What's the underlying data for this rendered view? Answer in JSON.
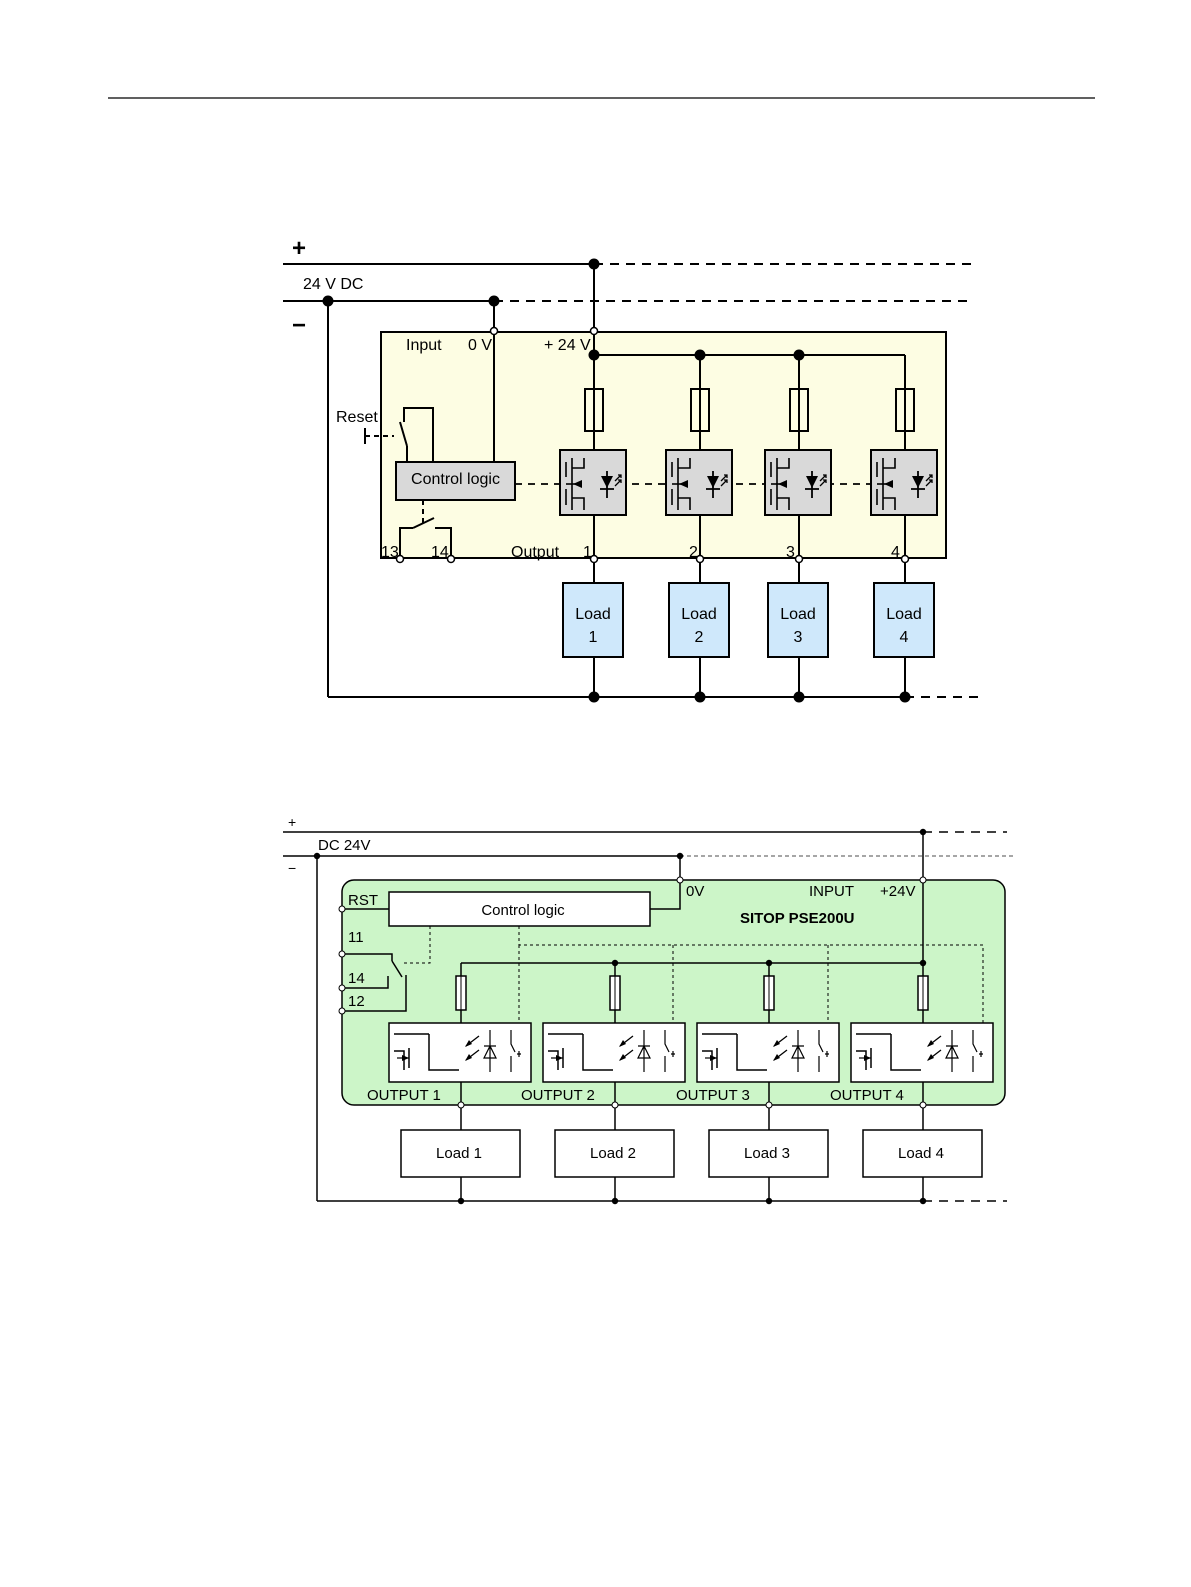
{
  "diagram1": {
    "plus_sign": "+",
    "minus_sign": "−",
    "supply_label": "24 V DC",
    "input_label": "Input",
    "zero_v_label": "0 V",
    "plus24_label": "+ 24 V",
    "reset_label": "Reset",
    "control_logic_label": "Control logic",
    "terminal_13": "13",
    "terminal_14": "14",
    "output_label": "Output",
    "channels": [
      {
        "number": "1",
        "load_word": "Load",
        "load_num": "1"
      },
      {
        "number": "2",
        "load_word": "Load",
        "load_num": "2"
      },
      {
        "number": "3",
        "load_word": "Load",
        "load_num": "3"
      },
      {
        "number": "4",
        "load_word": "Load",
        "load_num": "4"
      }
    ],
    "colors": {
      "module_fill": "#fdfde3",
      "logic_fill": "#d9d9d9",
      "load_fill": "#cfe8fb"
    }
  },
  "diagram2": {
    "plus_sign": "+",
    "minus_sign": "−",
    "supply_label": "DC 24V",
    "zero_v_label": "0V",
    "input_label": "INPUT",
    "plus24_label": "+24V",
    "product_label": "SITOP PSE200U",
    "rst_label": "RST",
    "control_logic_label": "Control logic",
    "terminal_11": "11",
    "terminal_14": "14",
    "terminal_12": "12",
    "outputs": [
      "OUTPUT 1",
      "OUTPUT 2",
      "OUTPUT 3",
      "OUTPUT 4"
    ],
    "loads": [
      "Load 1",
      "Load 2",
      "Load 3",
      "Load 4"
    ],
    "colors": {
      "module_fill": "#ccf5c8"
    }
  }
}
